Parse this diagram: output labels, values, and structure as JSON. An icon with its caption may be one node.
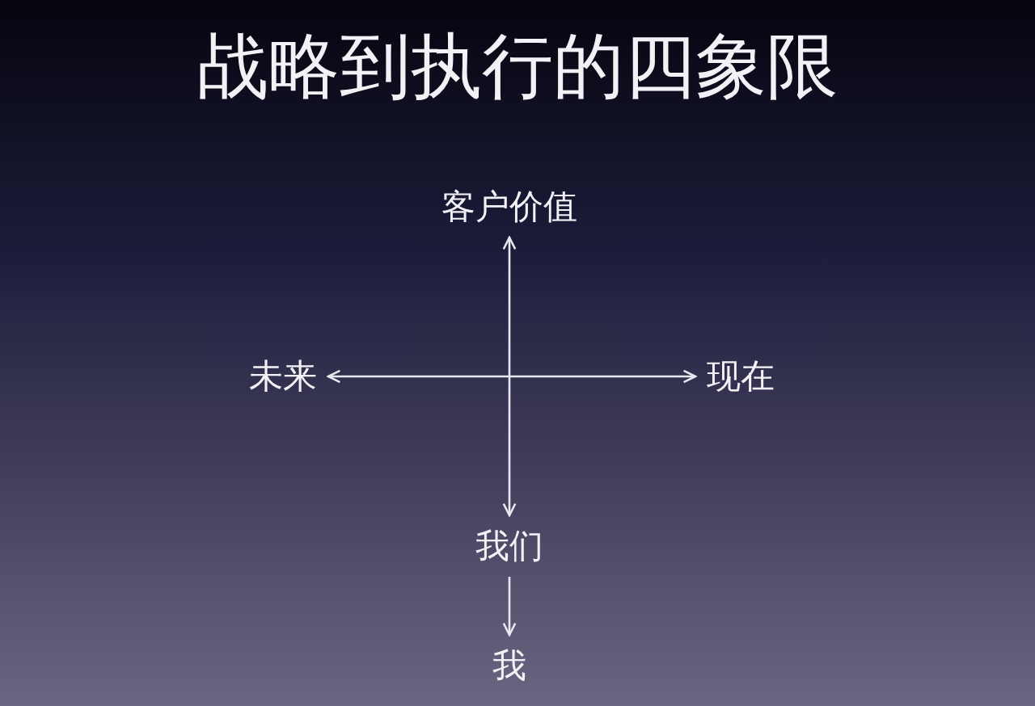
{
  "diagram": {
    "title": "战略到执行的四象限",
    "nodes": [
      {
        "text": [
          "客户价值"
        ]
      },
      {
        "text": [
          "未来"
        ]
      },
      {
        "text": [
          "现在"
        ]
      },
      {
        "text": [
          "我们"
        ]
      },
      {
        "text": [
          "我"
        ]
      }
    ],
    "edges": [
      {
        "from": 0,
        "to": 3,
        "arrow": "both"
      },
      {
        "from": 1,
        "to": 2,
        "arrow": "both"
      },
      {
        "from": 3,
        "to": 4,
        "arrow": "to"
      }
    ]
  }
}
